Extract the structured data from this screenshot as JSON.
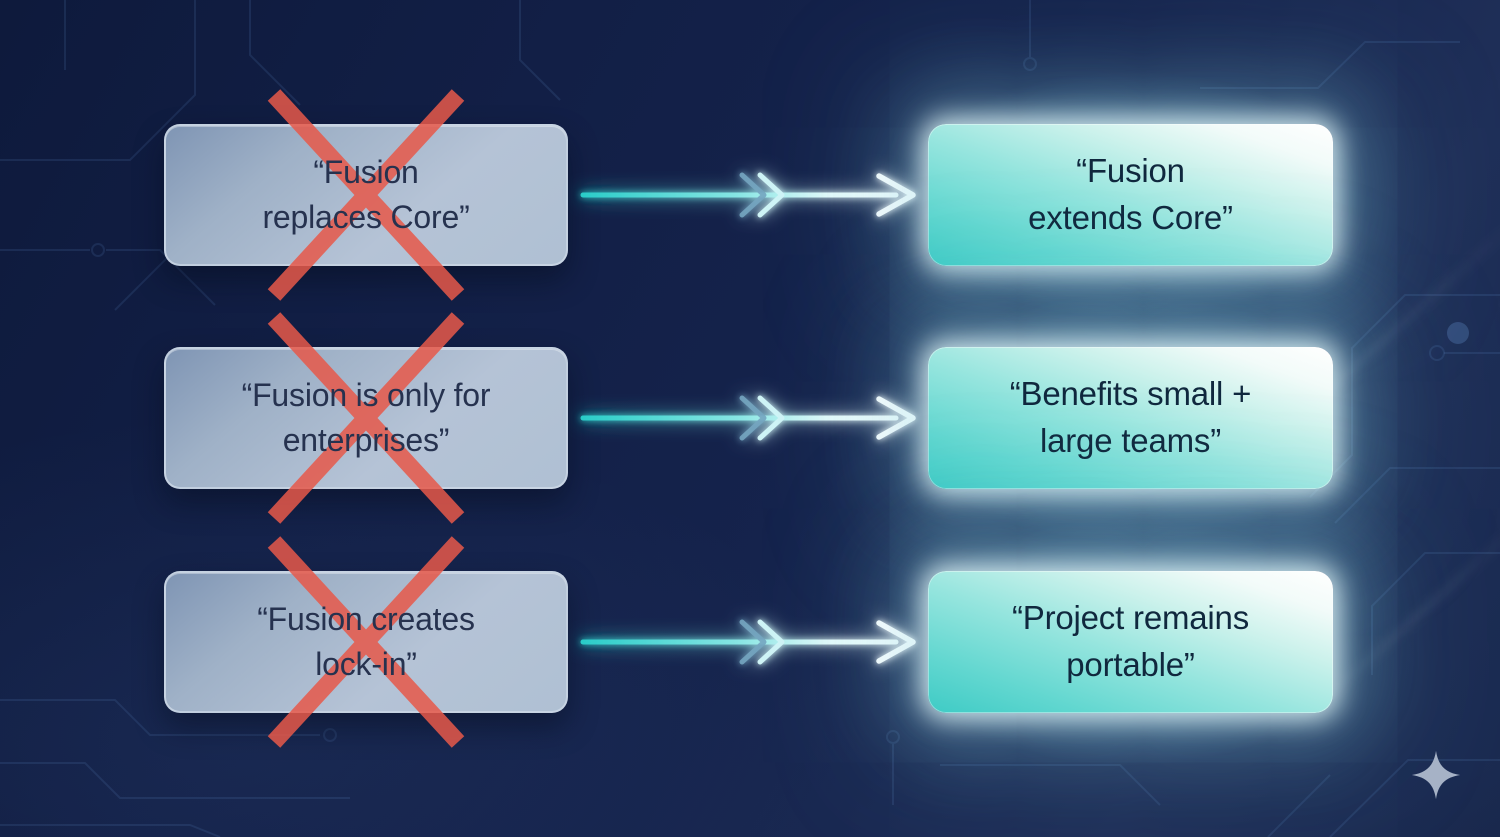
{
  "diagram": {
    "description": "myth-vs-fact-comparison",
    "rows": [
      {
        "myth": "“Fusion\nreplaces Core”",
        "fact": "“Fusion\nextends Core”"
      },
      {
        "myth": "“Fusion is only for\nenterprises”",
        "fact": "“Benefits small +\nlarge teams”"
      },
      {
        "myth": "“Fusion creates\nlock-in”",
        "fact": "“Project remains\nportable”"
      }
    ]
  },
  "colors": {
    "background_navy": "#13214a",
    "myth_box_fill": "#afc0d3",
    "myth_text": "#26324f",
    "cross_red": "#e7594a",
    "fact_box_teal": "#3ecbc5",
    "fact_box_white": "#ffffff",
    "fact_text": "#10283e",
    "arrow_cyan": "#29ccc8",
    "arrow_white": "#ffffff",
    "sparkle_gray": "#a6b2c6"
  },
  "icons": {
    "cross": "x-mark-icon",
    "arrow": "double-chevron-arrow-icon",
    "sparkle": "four-pointed-star-icon"
  }
}
